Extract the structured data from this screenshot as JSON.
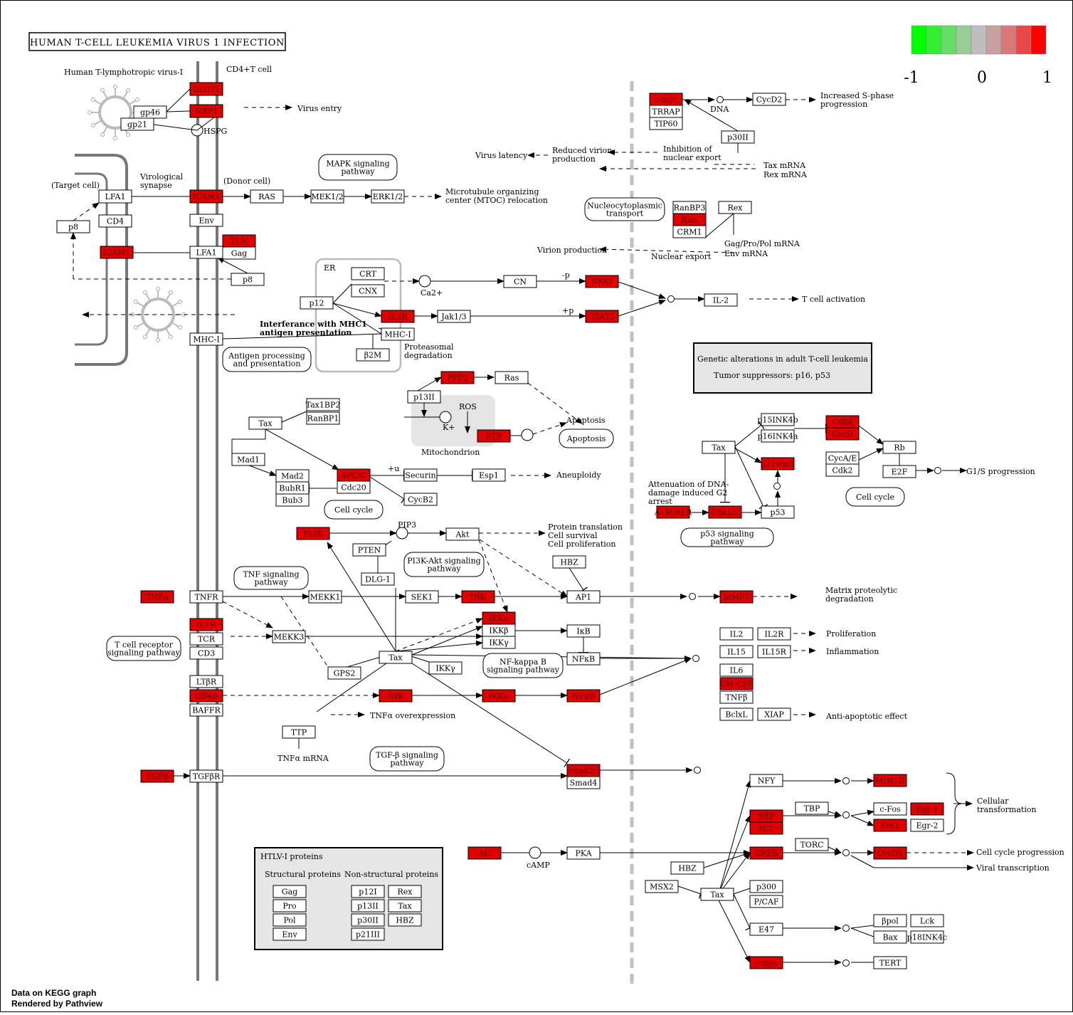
{
  "title": "HUMAN T-CELL LEUKEMIA VIRUS 1 INFECTION",
  "legend": {
    "min": "-1",
    "mid": "0",
    "max": "1",
    "colors": [
      "#00ff00",
      "#33ee33",
      "#66dd66",
      "#99cc99",
      "#bebebe",
      "#c8a0a0",
      "#d87878",
      "#e84848",
      "#ff0000"
    ]
  },
  "footer": {
    "line1": "Data on KEGG graph",
    "line2": "Rendered by Pathview"
  },
  "colors": {
    "hit": "#e00000",
    "border": "#000000",
    "membrane": "#777777",
    "dash": "#c0c0c0"
  },
  "nodes": [
    {
      "t": "GLUT1",
      "r": 1
    },
    {
      "t": "NRP1",
      "r": 1
    },
    {
      "t": "gp46"
    },
    {
      "t": "gp21"
    },
    {
      "t": "LFA1"
    },
    {
      "t": "ICAM1",
      "r": 1
    },
    {
      "t": "RAS"
    },
    {
      "t": "MEK1/2"
    },
    {
      "t": "ERK1/2"
    },
    {
      "t": "CD4"
    },
    {
      "t": "Env"
    },
    {
      "t": "p8"
    },
    {
      "t": "TLN",
      "r": 1
    },
    {
      "t": "Gag"
    },
    {
      "t": "ICAM1",
      "r": 1
    },
    {
      "t": "LFA1"
    },
    {
      "t": "p8"
    },
    {
      "t": "MHC-I"
    },
    {
      "t": "CRT"
    },
    {
      "t": "CNX"
    },
    {
      "t": "p12"
    },
    {
      "t": "IL2R",
      "r": 1
    },
    {
      "t": "MHC-I"
    },
    {
      "t": "β2M"
    },
    {
      "t": "CN"
    },
    {
      "t": "NFAT",
      "r": 1
    },
    {
      "t": "Jak1/3"
    },
    {
      "t": "STAT5",
      "r": 1
    },
    {
      "t": "IL-2"
    },
    {
      "t": "c-myc",
      "r": 1
    },
    {
      "t": "TRRAP"
    },
    {
      "t": "TIP60"
    },
    {
      "t": "CycD2"
    },
    {
      "t": "p30II"
    },
    {
      "t": "RanBP3"
    },
    {
      "t": "Ran",
      "r": 1
    },
    {
      "t": "CRM1"
    },
    {
      "t": "Rex"
    },
    {
      "t": "Tax1BP2"
    },
    {
      "t": "RanBP1"
    },
    {
      "t": "Tax"
    },
    {
      "t": "Mad1"
    },
    {
      "t": "Mad2"
    },
    {
      "t": "BubR1"
    },
    {
      "t": "Bub3"
    },
    {
      "t": "APC/C",
      "r": 1
    },
    {
      "t": "Cdc20"
    },
    {
      "t": "Securin"
    },
    {
      "t": "Esp1"
    },
    {
      "t": "CycB2"
    },
    {
      "t": "PPP3",
      "r": 1
    },
    {
      "t": "Ras"
    },
    {
      "t": "p13II"
    },
    {
      "t": "PTP",
      "r": 1
    },
    {
      "t": "p15INK4b"
    },
    {
      "t": "p16INK4a"
    },
    {
      "t": "Cdk4",
      "r": 1
    },
    {
      "t": "CycD",
      "r": 1
    },
    {
      "t": "Tax"
    },
    {
      "t": "p21waf1",
      "r": 1
    },
    {
      "t": "CycA/E"
    },
    {
      "t": "Cdk2"
    },
    {
      "t": "Rb"
    },
    {
      "t": "E2F"
    },
    {
      "t": "ATM/ATR",
      "r": 1
    },
    {
      "t": "Chk1/2",
      "r": 1
    },
    {
      "t": "p53"
    },
    {
      "t": "PI3K",
      "r": 1
    },
    {
      "t": "Akt"
    },
    {
      "t": "PTEN"
    },
    {
      "t": "DLG-1"
    },
    {
      "t": "HBZ"
    },
    {
      "t": "TNFα",
      "r": 1
    },
    {
      "t": "TNFR"
    },
    {
      "t": "MEKK1"
    },
    {
      "t": "SEK1"
    },
    {
      "t": "JNK",
      "r": 1
    },
    {
      "t": "AP1"
    },
    {
      "t": "MMP7",
      "r": 1
    },
    {
      "t": "IL1R",
      "r": 1
    },
    {
      "t": "TCR"
    },
    {
      "t": "CD3"
    },
    {
      "t": "MEKK3"
    },
    {
      "t": "IKKα",
      "r": 1
    },
    {
      "t": "IKKβ"
    },
    {
      "t": "IKKγ"
    },
    {
      "t": "IκB"
    },
    {
      "t": "NFκB"
    },
    {
      "t": "Tax"
    },
    {
      "t": "IKKγ"
    },
    {
      "t": "GPS2"
    },
    {
      "t": "IL2"
    },
    {
      "t": "IL2R"
    },
    {
      "t": "IL15"
    },
    {
      "t": "IL15R"
    },
    {
      "t": "IL6"
    },
    {
      "t": "GM-CSF",
      "r": 1
    },
    {
      "t": "TNFβ"
    },
    {
      "t": "BclxL"
    },
    {
      "t": "XIAP"
    },
    {
      "t": "LTβR"
    },
    {
      "t": "CD40",
      "r": 1
    },
    {
      "t": "BAFFR"
    },
    {
      "t": "NIK",
      "r": 1
    },
    {
      "t": "IKKα",
      "r": 1
    },
    {
      "t": "NFκB",
      "r": 1
    },
    {
      "t": "TTP"
    },
    {
      "t": "TGFβ",
      "r": 1
    },
    {
      "t": "TGFβR"
    },
    {
      "t": "Smad2/3",
      "r": 1
    },
    {
      "t": "Smad4"
    },
    {
      "t": "NFY"
    },
    {
      "t": "MHC-II",
      "r": 1
    },
    {
      "t": "SRF",
      "r": 1
    },
    {
      "t": "TCF",
      "r": 1
    },
    {
      "t": "TBP"
    },
    {
      "t": "c-Fos"
    },
    {
      "t": "Egr-1",
      "r": 1
    },
    {
      "t": "Fra1",
      "r": 1
    },
    {
      "t": "Egr-2"
    },
    {
      "t": "AC",
      "r": 1
    },
    {
      "t": "PKA"
    },
    {
      "t": "TORC"
    },
    {
      "t": "CREB",
      "r": 1
    },
    {
      "t": "CycD1",
      "r": 1
    },
    {
      "t": "HBZ"
    },
    {
      "t": "MSX2"
    },
    {
      "t": "Tax"
    },
    {
      "t": "p300"
    },
    {
      "t": "P/CAF"
    },
    {
      "t": "E47"
    },
    {
      "t": "βpol"
    },
    {
      "t": "Lck"
    },
    {
      "t": "Bax"
    },
    {
      "t": "p18INK4c"
    },
    {
      "t": "c-myc",
      "r": 1
    },
    {
      "t": "TERT"
    },
    {
      "t": "Gag"
    },
    {
      "t": "Pro"
    },
    {
      "t": "Pol"
    },
    {
      "t": "Env"
    },
    {
      "t": "p12I"
    },
    {
      "t": "Rex"
    },
    {
      "t": "p13II"
    },
    {
      "t": "Tax"
    },
    {
      "t": "p30II"
    },
    {
      "t": "HBZ"
    },
    {
      "t": "p21III"
    }
  ],
  "pathways": [
    "MAPK signaling pathway",
    "Nucleocytoplasmic transport",
    "Antigen processing and presentation",
    "Cell cycle",
    "Apoptosis",
    "Cell cycle",
    "p53 signaling pathway",
    "PI3K-Akt signaling pathway",
    "TNF signaling pathway",
    "T cell receptor signaling pathway",
    "NF-kappa B signaling pathway",
    "TGF-β signaling pathway"
  ],
  "labels": [
    "Human T-lymphotropic virus-I",
    "CD4+T cell",
    "HSPG",
    "Virus entry",
    "Virological synapse",
    "(Donor cell)",
    "(Target cell)",
    "Microtubule organizing center (MTOC) relocation",
    "Virus latency",
    "Reduced virion production",
    "Inhibition of nuclear export",
    "Tax mRNA",
    "Rex mRNA",
    "DNA",
    "Increased S-phase progression",
    "Gag/Pro/Pol mRNA",
    "Env mRNA",
    "Virion production",
    "Nuclear export",
    "ER",
    "Ca2+",
    "-p",
    "+p",
    "T cell activation",
    "Interferance with MHC1 antigen presentation",
    "Proteasomal degradation",
    "Apoptosis",
    "ROS",
    "K+",
    "Mitochondrion",
    "+u",
    "Aneuploidy",
    "G1/S progression",
    "Attenuation of DNA-damage induced G2 arrest",
    "PIP3",
    "Protein translation",
    "Cell survival",
    "Cell proliferation",
    "Matrix proteolytic degradation",
    "Proliferation",
    "Inflammation",
    "Anti-apoptotic effect",
    "TNFα overexpression",
    "TNFα mRNA",
    "Cellular transformation",
    "cAMP",
    "Cell cycle progression",
    "Viral transcription"
  ],
  "genetic_box": {
    "title": "Genetic alterations in adult T-cell leukemia",
    "text": "Tumor suppressors:  p16, p53"
  },
  "htlv_box": {
    "title": "HTLV-I proteins",
    "structural": "Structural proteins",
    "nonstructural": "Non-structural proteins"
  }
}
